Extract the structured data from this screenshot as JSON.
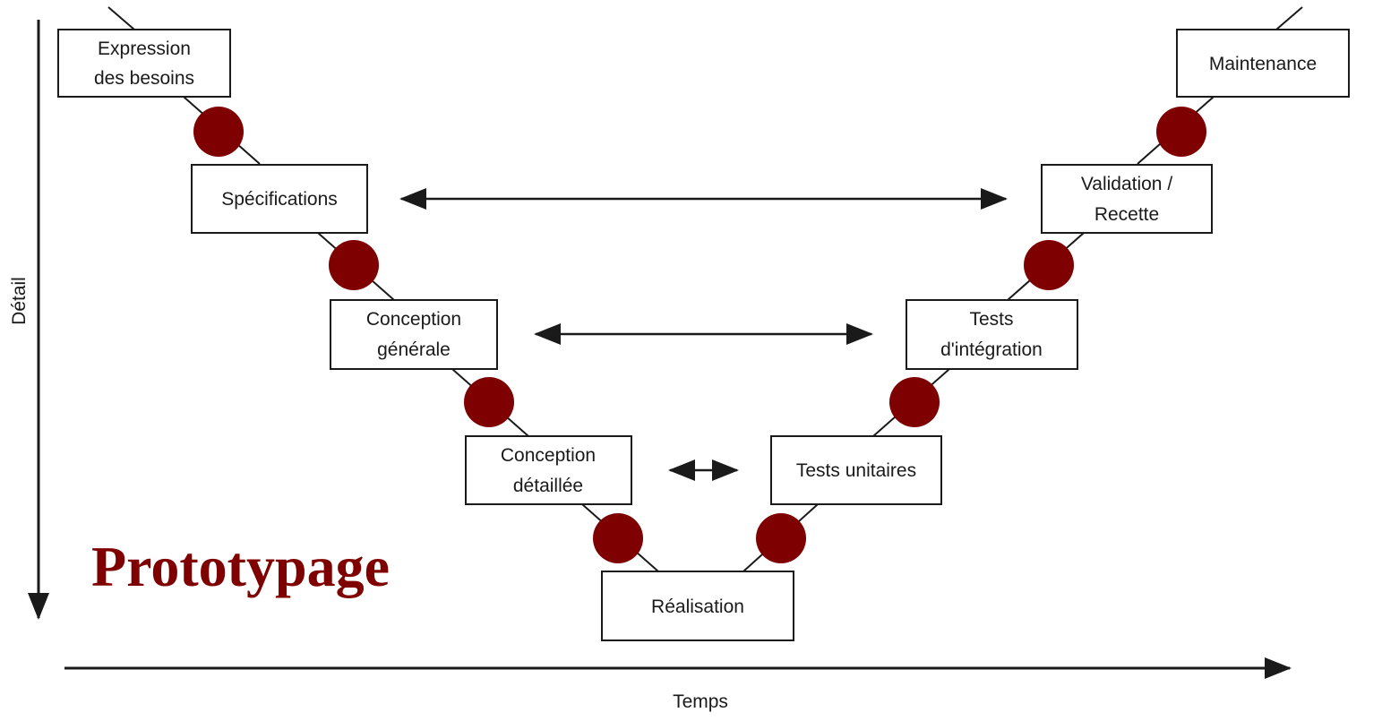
{
  "colors": {
    "accent": "#7f0000",
    "line": "#1a1a1a"
  },
  "axes": {
    "vertical_label": "Détail",
    "horizontal_label": "Temps"
  },
  "overlay_title": "Prototypage",
  "phases": {
    "expression": [
      "Expression",
      "des besoins"
    ],
    "specifications": [
      "Spécifications"
    ],
    "conception_generale": [
      "Conception",
      "générale"
    ],
    "conception_detaillee": [
      "Conception",
      "détaillée"
    ],
    "realisation": [
      "Réalisation"
    ],
    "tests_unitaires": [
      "Tests unitaires"
    ],
    "tests_integration": [
      "Tests",
      "d'intégration"
    ],
    "validation": [
      "Validation /",
      "Recette"
    ],
    "maintenance": [
      "Maintenance"
    ]
  }
}
